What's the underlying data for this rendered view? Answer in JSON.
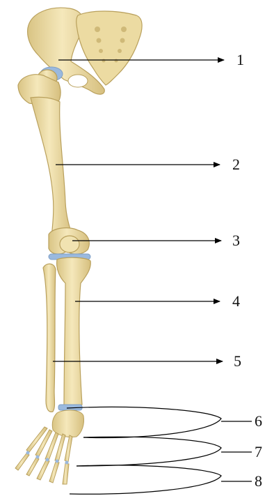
{
  "labels": [
    {
      "text": "1"
    },
    {
      "text": "2"
    },
    {
      "text": "3"
    },
    {
      "text": "4"
    },
    {
      "text": "5"
    },
    {
      "text": "6"
    },
    {
      "text": "7"
    },
    {
      "text": "8"
    }
  ],
  "colors": {
    "bone": "#efdfaa",
    "bone_shade": "#d8c383",
    "bone_outline": "#bba15c",
    "cartilage": "#9ab9de",
    "leader_line": "#000000",
    "background": "#ffffff"
  }
}
